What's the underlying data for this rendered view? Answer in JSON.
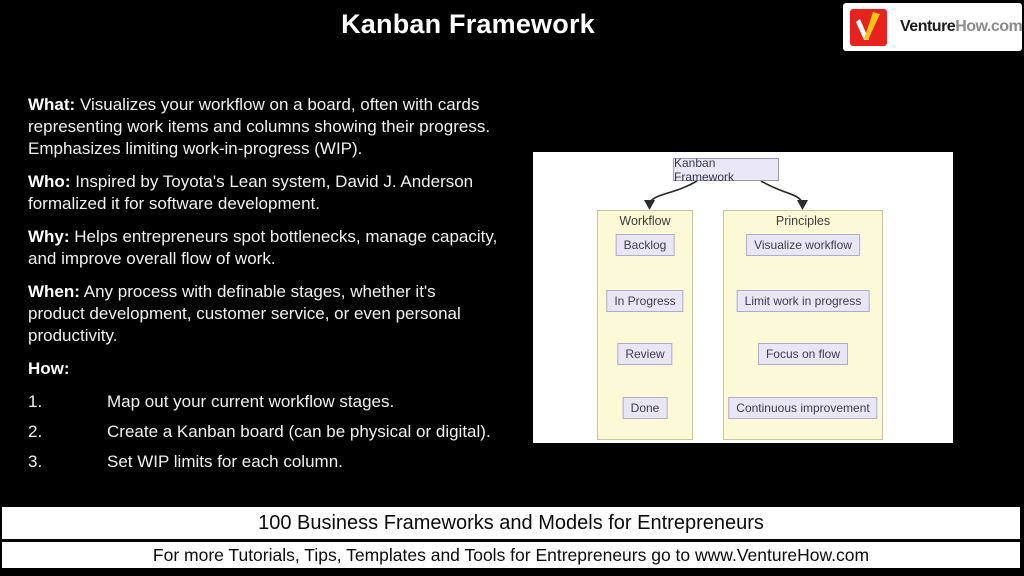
{
  "title": "Kanban Framework",
  "logo": {
    "bold": "Venture",
    "gray": "How.com",
    "icon": "venturehow-check-icon",
    "colors": {
      "red": "#e8221c",
      "yellow": "#f5c518",
      "white": "#ffffff"
    }
  },
  "sections": [
    {
      "label": "What:",
      "line1": "Visualizes your workflow on a board, often with cards",
      "line2": "representing work items and columns showing their progress.",
      "line3": "Emphasizes limiting work-in-progress (WIP)."
    },
    {
      "label": "Who:",
      "line1": "Inspired by Toyota's Lean system, David J. Anderson",
      "line2": "formalized it for software development."
    },
    {
      "label": "Why:",
      "line1": "Helps entrepreneurs spot bottlenecks, manage capacity,",
      "line2": "and improve overall flow of work."
    },
    {
      "label": "When:",
      "line1": "Any process with definable stages, whether it's",
      "line2": "product development, customer service, or even personal",
      "line3": "productivity."
    }
  ],
  "how": {
    "label": "How:",
    "steps": [
      {
        "num": "1.",
        "text": "Map out your current workflow stages."
      },
      {
        "num": "2.",
        "text": "Create a Kanban board (can be physical or digital)."
      },
      {
        "num": "3.",
        "text": "Set WIP limits for each column."
      }
    ]
  },
  "diagram": {
    "root": "Kanban Framework",
    "columns": [
      {
        "title": "Workflow",
        "items": [
          "Backlog",
          "In Progress",
          "Review",
          "Done"
        ]
      },
      {
        "title": "Principles",
        "items": [
          "Visualize workflow",
          "Limit work in progress",
          "Focus on flow",
          "Continuous improvement"
        ]
      }
    ],
    "colors": {
      "panel_fill": "#fcf9d6",
      "panel_border": "#c9c79a",
      "node_fill": "#e9e7f7",
      "node_border": "#aeacc8",
      "canvas": "#ffffff",
      "arrow": "#2b2b2b"
    }
  },
  "footer": {
    "line1": "100 Business Frameworks and Models for Entrepreneurs",
    "line2": "For more Tutorials, Tips, Templates and Tools for Entrepreneurs go to www.VentureHow.com"
  }
}
